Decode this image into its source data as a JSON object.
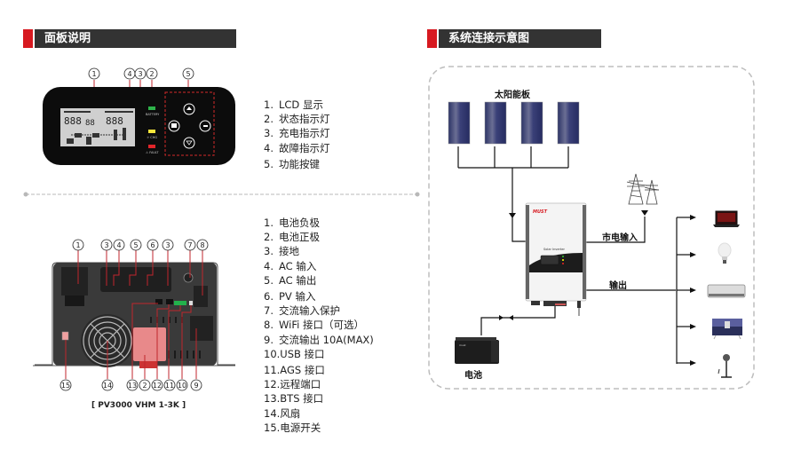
{
  "panel_section": {
    "title": "面板说明",
    "items": [
      {
        "num": "1.",
        "label": "LCD 显示"
      },
      {
        "num": "2.",
        "label": "状态指示灯"
      },
      {
        "num": "3.",
        "label": "充电指示灯"
      },
      {
        "num": "4.",
        "label": "故障指示灯"
      },
      {
        "num": "5.",
        "label": "功能按键"
      }
    ],
    "callouts": [
      "1",
      "4",
      "3",
      "2",
      "5"
    ],
    "indicator_labels": {
      "status": "BATTERY",
      "charge": "CHG",
      "fault": "FAULT"
    },
    "button_labels": {
      "up": "UP",
      "setting": "SETTING",
      "enter": "ENTER",
      "down": "DOWN"
    },
    "indicator_colors": {
      "status": "#2eb34a",
      "charge": "#f5e53b",
      "fault": "#e0252a"
    }
  },
  "rear_section": {
    "items": [
      {
        "num": "1.",
        "label": "电池负极"
      },
      {
        "num": "2.",
        "label": "电池正极"
      },
      {
        "num": "3.",
        "label": "接地"
      },
      {
        "num": "4.",
        "label": "AC 输入"
      },
      {
        "num": "5.",
        "label": "AC 输出"
      },
      {
        "num": "6.",
        "label": "PV 输入"
      },
      {
        "num": "7.",
        "label": "交流输入保护"
      },
      {
        "num": "8.",
        "label": "WiFi 接口（可选）"
      },
      {
        "num": "9.",
        "label": "交流输出 10A(MAX)"
      },
      {
        "num": "10.",
        "label": "USB 接口"
      },
      {
        "num": "11.",
        "label": "AGS 接口"
      },
      {
        "num": "12.",
        "label": "远程端口"
      },
      {
        "num": "13.",
        "label": "BTS 接口"
      },
      {
        "num": "14.",
        "label": "风扇"
      },
      {
        "num": "15.",
        "label": "电源开关"
      }
    ],
    "top_callouts": [
      "1",
      "3",
      "4",
      "5",
      "6",
      "3",
      "7",
      "8"
    ],
    "bottom_callouts": [
      "15",
      "14",
      "13",
      "2",
      "12",
      "11",
      "10",
      "9"
    ],
    "model_caption": "[ PV3000 VHM 1-3K ]"
  },
  "system_section": {
    "title": "系统连接示意图",
    "solar_label": "太阳能板",
    "grid_label": "市电输入",
    "output_label": "输出",
    "battery_label": "电池",
    "inverter_brand": "MUST",
    "inverter_model_text": "Solar Inverter",
    "loads": [
      "laptop",
      "light-bulb",
      "air-conditioner",
      "television",
      "fan"
    ]
  },
  "colors": {
    "accent_red": "#d71920",
    "header_dark": "#333333"
  }
}
